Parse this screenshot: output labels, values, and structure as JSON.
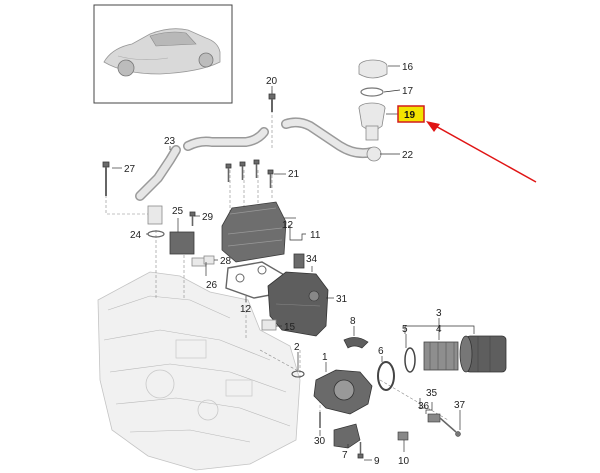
{
  "diagram": {
    "highlight_color": "#f2e300",
    "highlight_border": "#d21c1c",
    "arrow_color": "#e01515",
    "callouts": {
      "c1": "1",
      "c2": "2",
      "c3": "3",
      "c4": "4",
      "c5": "5",
      "c6": "6",
      "c7": "7",
      "c8": "8",
      "c9": "9",
      "c10": "10",
      "c11": "11",
      "c12a": "12",
      "c12b": "12",
      "c15": "15",
      "c16": "16",
      "c17": "17",
      "c19": "19",
      "c20": "20",
      "c21": "21",
      "c22": "22",
      "c23": "23",
      "c24": "24",
      "c25": "25",
      "c26": "26",
      "c27": "27",
      "c28": "28",
      "c29": "29",
      "c30": "30",
      "c31": "31",
      "c34": "34",
      "c35": "35",
      "c36": "36",
      "c37": "37"
    }
  }
}
